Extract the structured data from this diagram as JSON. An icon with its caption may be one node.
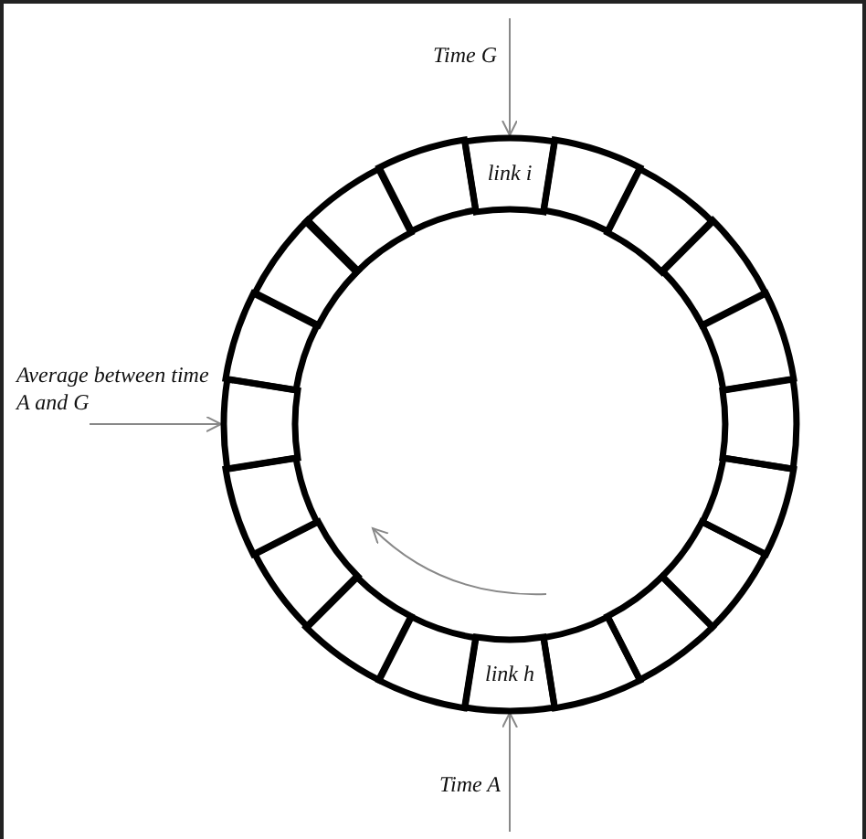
{
  "diagram": {
    "nodes": [
      {
        "text": [
          "Time G"
        ]
      },
      {
        "text": [
          "Average between time A and G"
        ]
      },
      {
        "text": [
          "Time A"
        ]
      },
      {
        "text": [
          "link i"
        ]
      },
      {
        "text": [],
        "shape": "box"
      },
      {
        "text": [],
        "shape": "box"
      },
      {
        "text": [],
        "shape": "box"
      },
      {
        "text": [],
        "shape": "box"
      },
      {
        "text": [],
        "shape": "box"
      },
      {
        "text": [],
        "shape": "box"
      },
      {
        "text": [],
        "shape": "box"
      },
      {
        "text": [],
        "shape": "box"
      },
      {
        "text": [],
        "shape": "box"
      },
      {
        "text": [
          "link h"
        ]
      },
      {
        "text": [],
        "shape": "box"
      },
      {
        "text": [],
        "shape": "box"
      },
      {
        "text": [],
        "shape": "box"
      },
      {
        "text": [],
        "shape": "box"
      },
      {
        "text": [],
        "shape": "box"
      },
      {
        "text": [],
        "shape": "box"
      },
      {
        "text": [],
        "shape": "box"
      },
      {
        "text": [],
        "shape": "box"
      },
      {
        "text": [],
        "shape": "box"
      }
    ],
    "edges": [
      {
        "from": 0,
        "to": 3,
        "arrow": "to"
      },
      {
        "from": 1,
        "to": 18,
        "arrow": "to"
      },
      {
        "from": 2,
        "to": 13,
        "arrow": "to"
      }
    ]
  }
}
